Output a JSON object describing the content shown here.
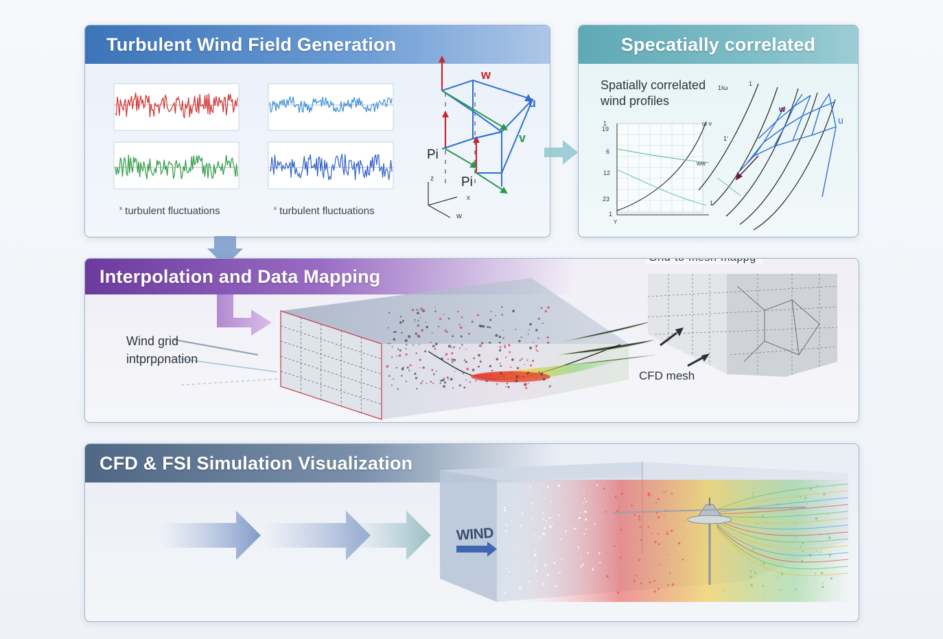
{
  "panels": {
    "wind_field": {
      "title": "Turbulent Wind Field Generation",
      "caption_left": "turbulent fluctuations",
      "caption_right": "turbulent fluctuations",
      "caption_prefix_left": "x",
      "caption_prefix_right": "x",
      "vector_labels": {
        "w": "w",
        "u": "u",
        "v": "v",
        "pi_upper": "Pi",
        "pi_lower": "Pi"
      },
      "axis_labels": {
        "z": "z",
        "x": "x",
        "w": "w"
      },
      "series_colors": [
        "#d0312d",
        "#3b8ed8",
        "#2f9a45",
        "#2f5fc9"
      ]
    },
    "spatial": {
      "title": "Specatially correlated",
      "subtitle_line1": "Spatially correlated",
      "subtitle_line2": "wind profiles",
      "tick_labels": [
        "1",
        "19",
        "6",
        "12",
        "23",
        "1"
      ],
      "curve_labels": {
        "top": "ω v",
        "mid": "ww",
        "top_right": "1Ιω",
        "one": "1",
        "w": "w",
        "u": "u",
        "i": "1'",
        "bottom": "1",
        "y": "Y"
      }
    },
    "interpolation": {
      "title": "Interpolation and Data Mapping",
      "wind_grid_line1": "Wind grid",
      "wind_grid_line2": "intprpρnation",
      "mapping_label": "Grid-to-mesh-mappg-",
      "cfd_mesh_label": "CFD mesh"
    },
    "simulation": {
      "title": "CFD & FSI Simulation Visualization",
      "wind_label": "WIND"
    }
  },
  "colors": {
    "blue_title": "#3c74b8",
    "teal_title": "#5fa9b6",
    "purple_title": "#6b3a9e",
    "slate_title": "#4f6784",
    "vector_red": "#c8262b",
    "vector_blue": "#2f6fd0",
    "vector_green": "#2a9a48"
  }
}
